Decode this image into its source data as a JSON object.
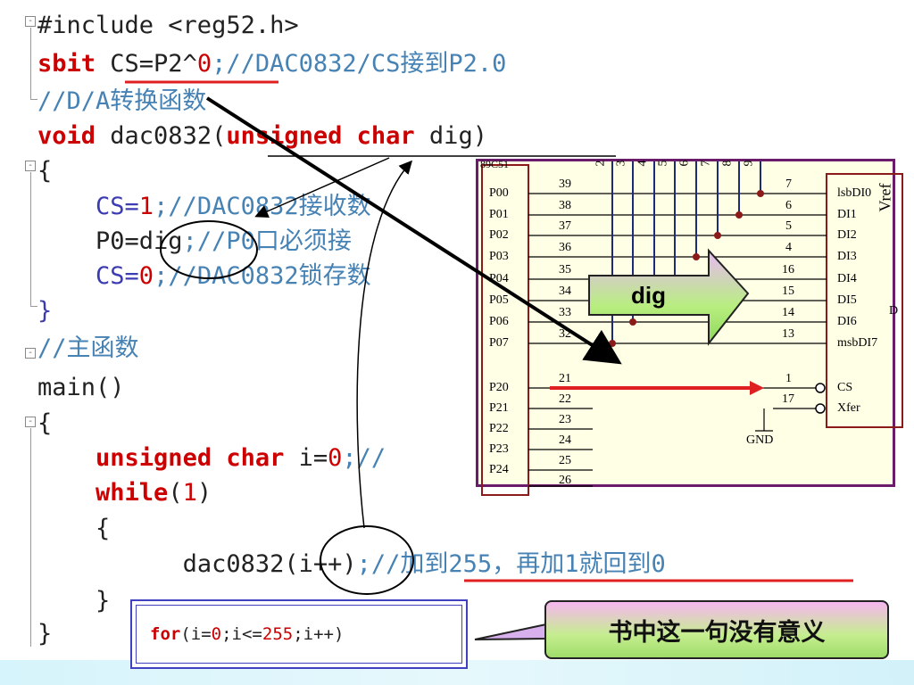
{
  "code": {
    "line1": {
      "pre": "#include <reg52.h>"
    },
    "line2": {
      "kw": "sbit",
      "mid": " CS=P2^",
      "num": "0",
      "cm": ";//DAC0832/CS接到P2.0"
    },
    "line3": {
      "cm": "//D/A转换函数"
    },
    "line4": {
      "kw": "void",
      "mid": " dac0832(",
      "kw2": "unsigned char",
      "end": " dig)"
    },
    "line5": {
      "text": "{"
    },
    "line6": {
      "a": "    CS=",
      "num": "1",
      "cm": ";//DAC0832接收数"
    },
    "line7": {
      "a": "    P0=",
      "b": "dig",
      "cm": ";//P0口必须接"
    },
    "line8": {
      "a": "    CS=",
      "num": "0",
      "cm": ";//DAC0832锁存数"
    },
    "line9": {
      "text": "}"
    },
    "line10": {
      "cm": "//主函数"
    },
    "line11": {
      "text": "main()"
    },
    "line12": {
      "text": "{"
    },
    "line13": {
      "kw": "unsigned char",
      "mid": " i=",
      "num": "0",
      "cm": ";//"
    },
    "line14": {
      "kw": "while",
      "mid": "(",
      "num": "1",
      "end": ")"
    },
    "line15": {
      "text": "{"
    },
    "line16": {
      "a": "dac0832(i++)",
      "cm1": ";//",
      "cm2": "加到255，再加1就回到",
      "num": "0"
    },
    "line17": {
      "text": "}"
    },
    "line18": {
      "text": "}"
    }
  },
  "for_box": {
    "kw": "for",
    "a": "(i=",
    "n1": "0",
    "b": ";i<=",
    "n2": "255",
    "c": ";i++)"
  },
  "note": "书中这一句没有意义",
  "circuit": {
    "chip_top_label": "89C51",
    "p0_pins": [
      {
        "label": "P00",
        "num": "39"
      },
      {
        "label": "P01",
        "num": "38"
      },
      {
        "label": "P02",
        "num": "37"
      },
      {
        "label": "P03",
        "num": "36"
      },
      {
        "label": "P04",
        "num": "35"
      },
      {
        "label": "P05",
        "num": "34"
      },
      {
        "label": "P06",
        "num": "33"
      },
      {
        "label": "P07",
        "num": "32"
      }
    ],
    "p2_pins": [
      {
        "label": "P20",
        "num": "21"
      },
      {
        "label": "P21",
        "num": "22"
      },
      {
        "label": "P22",
        "num": "23"
      },
      {
        "label": "P23",
        "num": "24"
      },
      {
        "label": "P24",
        "num": "25"
      },
      {
        "label": "",
        "num": "26"
      }
    ],
    "top_nums": [
      "2",
      "3",
      "4",
      "5",
      "6",
      "7",
      "8",
      "9"
    ],
    "dac_pins": [
      {
        "num": "7",
        "label": "lsbDI0"
      },
      {
        "num": "6",
        "label": "DI1"
      },
      {
        "num": "5",
        "label": "DI2"
      },
      {
        "num": "4",
        "label": "DI3"
      },
      {
        "num": "16",
        "label": "DI4"
      },
      {
        "num": "15",
        "label": "DI5"
      },
      {
        "num": "14",
        "label": "DI6"
      },
      {
        "num": "13",
        "label": "msbDI7"
      }
    ],
    "dac_cs": {
      "num": "1",
      "label": "CS"
    },
    "dac_xfer": {
      "num": "17",
      "label": "Xfer"
    },
    "dac_vref": "Vref",
    "dac_right_letter": "D",
    "gnd": "GND",
    "arrow_label": "dig"
  },
  "colors": {
    "keyword": "#cc0000",
    "comment": "#4682b4",
    "note_border": "#222222",
    "circuit_border": "#6a1b6a"
  }
}
